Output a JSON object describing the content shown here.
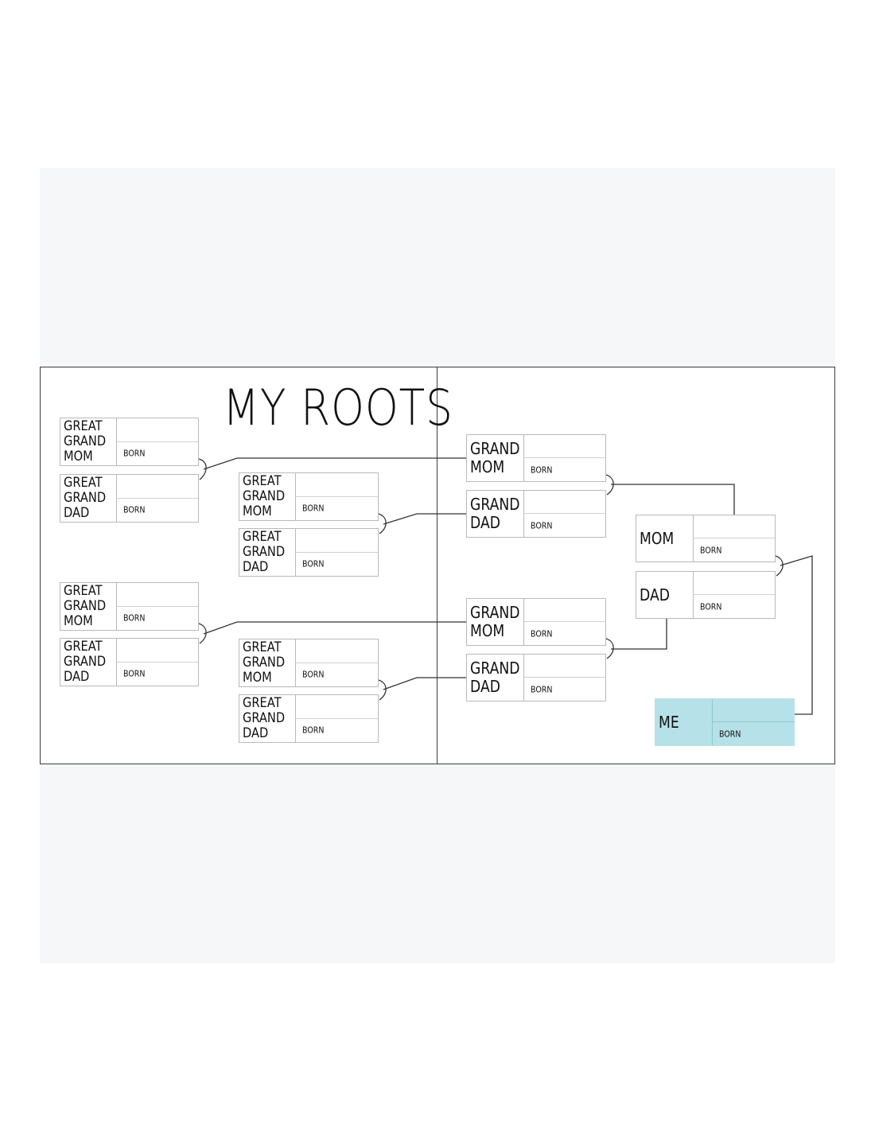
{
  "title": "MY ROOTS",
  "born_label": "BORN",
  "cards": [
    {
      "id": "ggm-1",
      "lines": [
        "GREAT",
        "GRAND",
        "MOM"
      ]
    },
    {
      "id": "ggd-1",
      "lines": [
        "GREAT",
        "GRAND",
        "DAD"
      ]
    },
    {
      "id": "ggm-2",
      "lines": [
        "GREAT",
        "GRAND",
        "MOM"
      ]
    },
    {
      "id": "ggd-2",
      "lines": [
        "GREAT",
        "GRAND",
        "DAD"
      ]
    },
    {
      "id": "ggm-3",
      "lines": [
        "GREAT",
        "GRAND",
        "MOM"
      ]
    },
    {
      "id": "ggd-3",
      "lines": [
        "GREAT",
        "GRAND",
        "DAD"
      ]
    },
    {
      "id": "ggm-4",
      "lines": [
        "GREAT",
        "GRAND",
        "MOM"
      ]
    },
    {
      "id": "ggd-4",
      "lines": [
        "GREAT",
        "GRAND",
        "DAD"
      ]
    },
    {
      "id": "gm-1",
      "lines": [
        "GRAND",
        "MOM"
      ]
    },
    {
      "id": "gd-1",
      "lines": [
        "GRAND",
        "DAD"
      ]
    },
    {
      "id": "gm-2",
      "lines": [
        "GRAND",
        "MOM"
      ]
    },
    {
      "id": "gd-2",
      "lines": [
        "GRAND",
        "DAD"
      ]
    },
    {
      "id": "mom",
      "lines": [
        "MOM"
      ]
    },
    {
      "id": "dad",
      "lines": [
        "DAD"
      ]
    },
    {
      "id": "me",
      "lines": [
        "ME"
      ]
    }
  ]
}
